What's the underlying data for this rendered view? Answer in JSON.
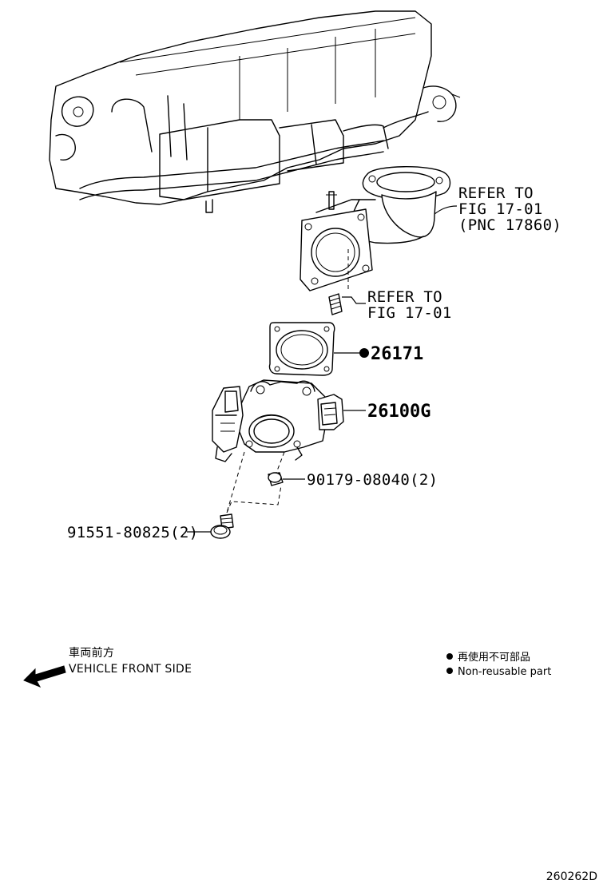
{
  "callouts": {
    "refer_fig_pnc": {
      "line1": "REFER TO",
      "line2": "FIG 17-01",
      "line3": "(PNC 17860)"
    },
    "refer_fig": {
      "line1": "REFER TO",
      "line2": "FIG 17-01"
    },
    "gasket_part": "26171",
    "throttle_body_part": "26100G",
    "bolt_part_right": "90179-08040(2)",
    "bolt_part_left": "91551-80825(2)"
  },
  "direction": {
    "label_jp": "車両前方",
    "label_en": "VEHICLE FRONT SIDE"
  },
  "legend": {
    "item_jp": "再使用不可部品",
    "item_en": "Non-reusable part"
  },
  "figure_id": "260262D",
  "icons": {
    "non_reusable_marker": "filled-circle",
    "front_direction": "arrow-left-down"
  }
}
